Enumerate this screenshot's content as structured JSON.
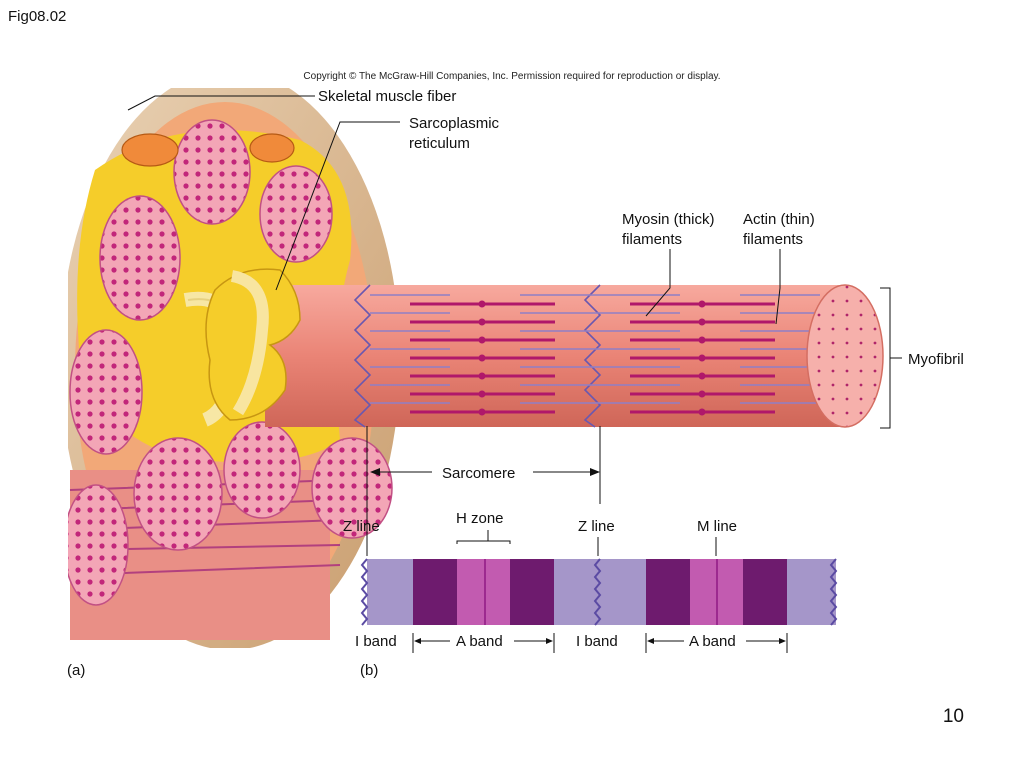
{
  "slide": {
    "figure_id": "Fig08.02",
    "copyright": "Copyright © The McGraw-Hill Companies, Inc. Permission required for reproduction or display.",
    "page_number": "10"
  },
  "labels": {
    "skeletal_muscle_fiber": "Skeletal muscle fiber",
    "sarcoplasmic_1": "Sarcoplasmic",
    "sarcoplasmic_2": "reticulum",
    "myosin_1": "Myosin (thick)",
    "myosin_2": "filaments",
    "actin_1": "Actin (thin)",
    "actin_2": "filaments",
    "myofibril": "Myofibril",
    "sarcomere": "Sarcomere",
    "z_line_left": "Z line",
    "h_zone": "H zone",
    "z_line_right": "Z line",
    "m_line": "M line",
    "i_band_left": "I band",
    "a_band_left": "A band",
    "i_band_right": "I band",
    "a_band_right": "A band",
    "panel_a": "(a)",
    "panel_b": "(b)"
  },
  "colors": {
    "i_band": "#a596c9",
    "a_band_dark": "#6e1b6e",
    "h_zone": "#c25bb0",
    "m_line": "#9c2a8f",
    "z_line": "#5b4ba3",
    "myofibril_body": "#ec8a7c",
    "sarcoplasmic_reticulum": "#f2c21b",
    "fiber_outer": "#d9b48b"
  }
}
